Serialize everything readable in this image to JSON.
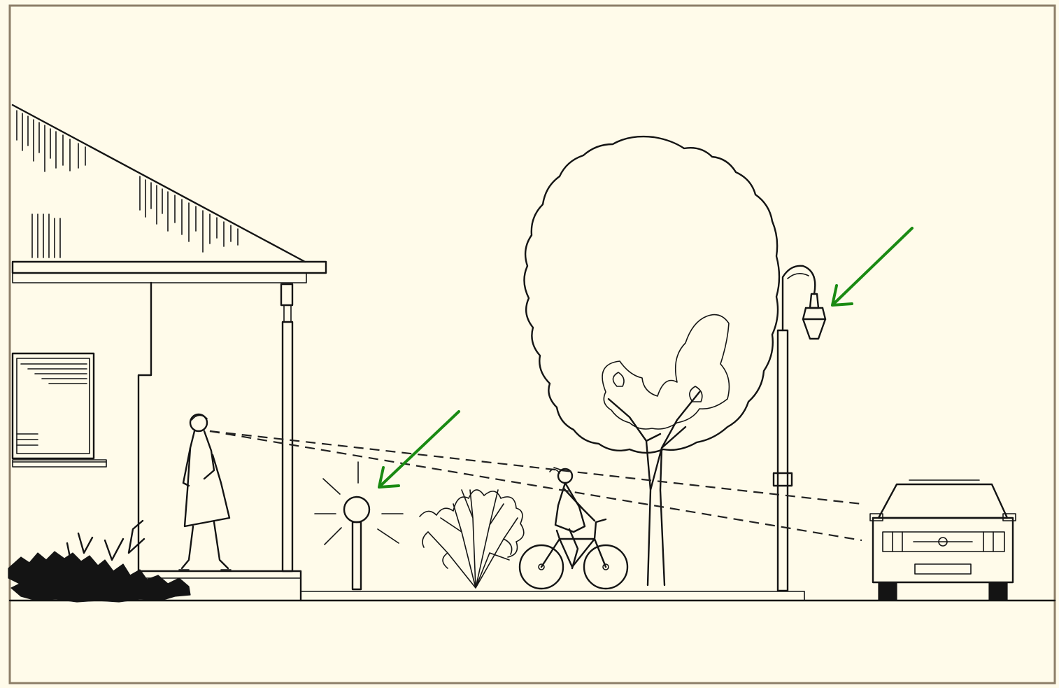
{
  "figure": {
    "background_color": "#fffbea",
    "frame_color": "#8c7e68",
    "ink_color": "#141414",
    "arrow_color": "#1a8a12"
  },
  "elements": {
    "house": "house-with-porch",
    "woman": "woman-standing-on-porch",
    "bollard_light": "low-bollard-light",
    "shrub": "shrub",
    "cyclist": "child-on-bicycle",
    "tree": "street-tree",
    "street_lamp": "pedestrian-street-lamp",
    "car": "car-front-view"
  },
  "callouts": [
    {
      "target": "bollard_light",
      "icon": "arrow-icon"
    },
    {
      "target": "street_lamp",
      "icon": "arrow-icon"
    }
  ]
}
